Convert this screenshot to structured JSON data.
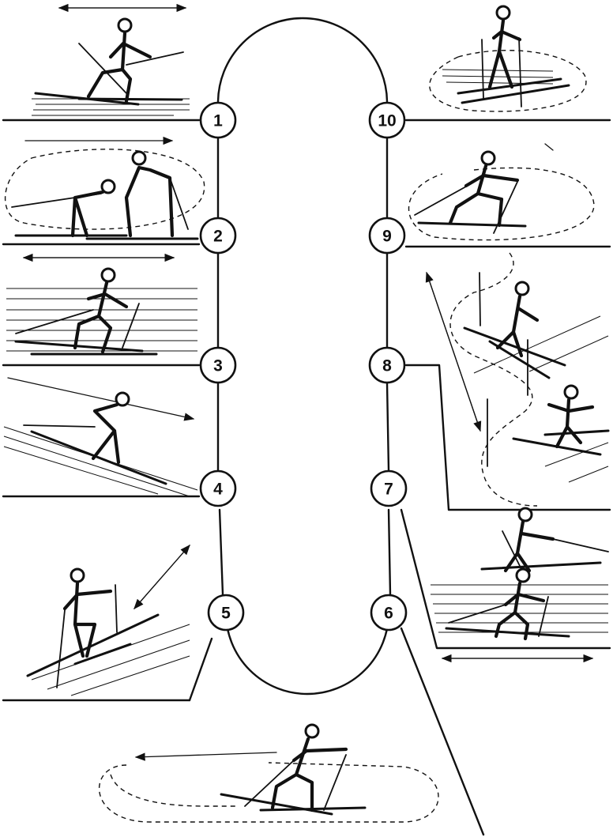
{
  "stations": [
    {
      "label": "1"
    },
    {
      "label": "2"
    },
    {
      "label": "3"
    },
    {
      "label": "4"
    },
    {
      "label": "5"
    },
    {
      "label": "6"
    },
    {
      "label": "7"
    },
    {
      "label": "8"
    },
    {
      "label": "9"
    },
    {
      "label": "10"
    }
  ],
  "colors": {
    "ink": "#111111",
    "paper": "#ffffff"
  }
}
